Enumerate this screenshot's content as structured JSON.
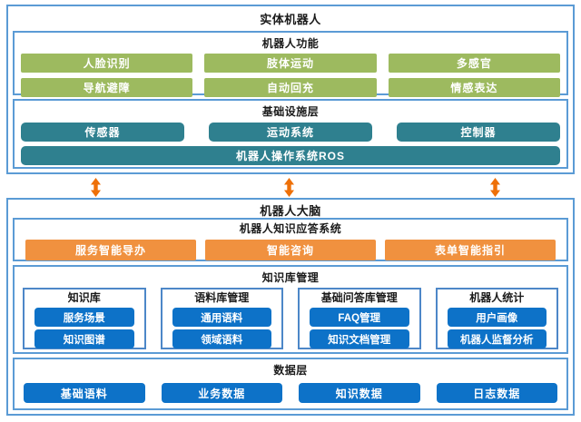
{
  "colors": {
    "border": "#5B9BD5",
    "group_border": "#4D87C8",
    "green": "#9DBA5F",
    "teal": "#2F808F",
    "orange": "#F0913F",
    "blue": "#0D72C8",
    "arrow": "#EE7008"
  },
  "physical_robot": {
    "title": "实体机器人",
    "functions": {
      "title": "机器人功能",
      "items": [
        "人脸识别",
        "肢体运动",
        "多感官",
        "导航避障",
        "自动回充",
        "情感表达"
      ]
    },
    "infrastructure": {
      "title": "基础设施层",
      "items": [
        "传感器",
        "运动系统",
        "控制器"
      ],
      "os_label": "机器人操作系统ROS"
    }
  },
  "robot_brain": {
    "title": "机器人大脑",
    "qa_system": {
      "title": "机器人知识应答系统",
      "items": [
        "服务智能导办",
        "智能咨询",
        "表单智能指引"
      ]
    },
    "knowledge_mgmt": {
      "title": "知识库管理",
      "groups": [
        {
          "title": "知识库",
          "items": [
            "服务场景",
            "知识图谱"
          ]
        },
        {
          "title": "语料库管理",
          "items": [
            "通用语料",
            "领域语料"
          ]
        },
        {
          "title": "基础问答库管理",
          "items": [
            "FAQ管理",
            "知识文档管理"
          ]
        },
        {
          "title": "机器人统计",
          "items": [
            "用户画像",
            "机器人监督分析"
          ]
        }
      ]
    },
    "data_layer": {
      "title": "数据层",
      "items": [
        "基础语料",
        "业务数据",
        "知识数据",
        "日志数据"
      ]
    }
  }
}
